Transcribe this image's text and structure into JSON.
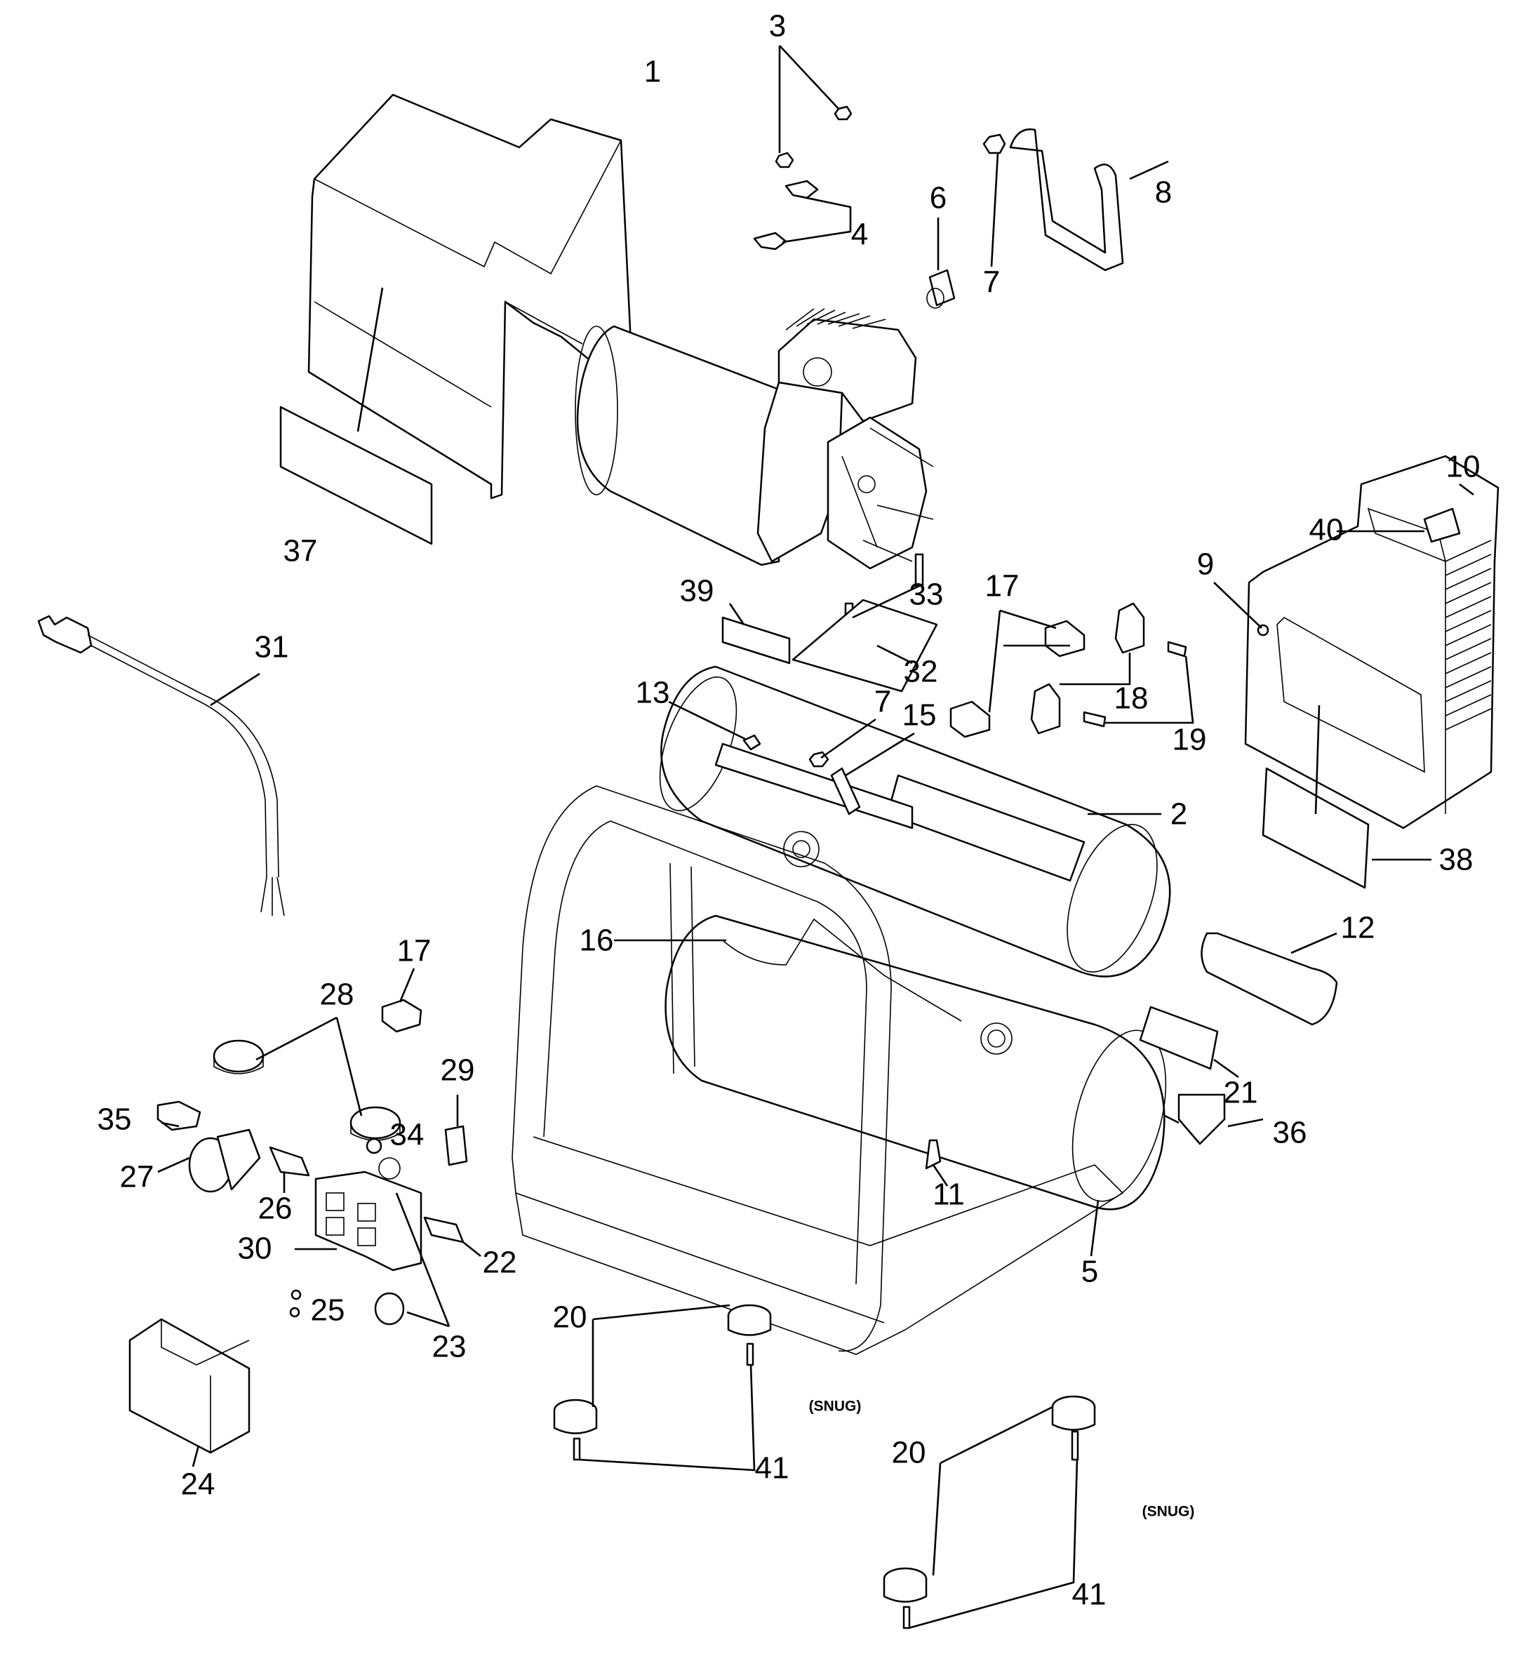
{
  "diagram": {
    "type": "exploded parts diagram",
    "subject": "portable air compressor",
    "callouts": [
      {
        "id": "c1",
        "label": "1"
      },
      {
        "id": "c2",
        "label": "2"
      },
      {
        "id": "c3",
        "label": "3"
      },
      {
        "id": "c4",
        "label": "4"
      },
      {
        "id": "c5",
        "label": "5"
      },
      {
        "id": "c6",
        "label": "6"
      },
      {
        "id": "c7a",
        "label": "7"
      },
      {
        "id": "c7b",
        "label": "7"
      },
      {
        "id": "c8",
        "label": "8"
      },
      {
        "id": "c9",
        "label": "9"
      },
      {
        "id": "c10",
        "label": "10"
      },
      {
        "id": "c11",
        "label": "11"
      },
      {
        "id": "c12",
        "label": "12"
      },
      {
        "id": "c13",
        "label": "13"
      },
      {
        "id": "c15",
        "label": "15"
      },
      {
        "id": "c16",
        "label": "16"
      },
      {
        "id": "c17a",
        "label": "17"
      },
      {
        "id": "c17b",
        "label": "17"
      },
      {
        "id": "c18",
        "label": "18"
      },
      {
        "id": "c19",
        "label": "19"
      },
      {
        "id": "c20a",
        "label": "20"
      },
      {
        "id": "c20b",
        "label": "20"
      },
      {
        "id": "c21",
        "label": "21"
      },
      {
        "id": "c22",
        "label": "22"
      },
      {
        "id": "c23",
        "label": "23"
      },
      {
        "id": "c24",
        "label": "24"
      },
      {
        "id": "c25",
        "label": "25"
      },
      {
        "id": "c26",
        "label": "26"
      },
      {
        "id": "c27",
        "label": "27"
      },
      {
        "id": "c28",
        "label": "28"
      },
      {
        "id": "c29",
        "label": "29"
      },
      {
        "id": "c30",
        "label": "30"
      },
      {
        "id": "c31",
        "label": "31"
      },
      {
        "id": "c32",
        "label": "32"
      },
      {
        "id": "c33",
        "label": "33"
      },
      {
        "id": "c34",
        "label": "34"
      },
      {
        "id": "c35",
        "label": "35"
      },
      {
        "id": "c36",
        "label": "36"
      },
      {
        "id": "c37",
        "label": "37"
      },
      {
        "id": "c38",
        "label": "38"
      },
      {
        "id": "c39",
        "label": "39"
      },
      {
        "id": "c40",
        "label": "40"
      },
      {
        "id": "c41a",
        "label": "41"
      },
      {
        "id": "c41b",
        "label": "41"
      }
    ],
    "notes": [
      {
        "id": "snug1",
        "text": "(SNUG)"
      },
      {
        "id": "snug2",
        "text": "(SNUG)"
      }
    ]
  }
}
